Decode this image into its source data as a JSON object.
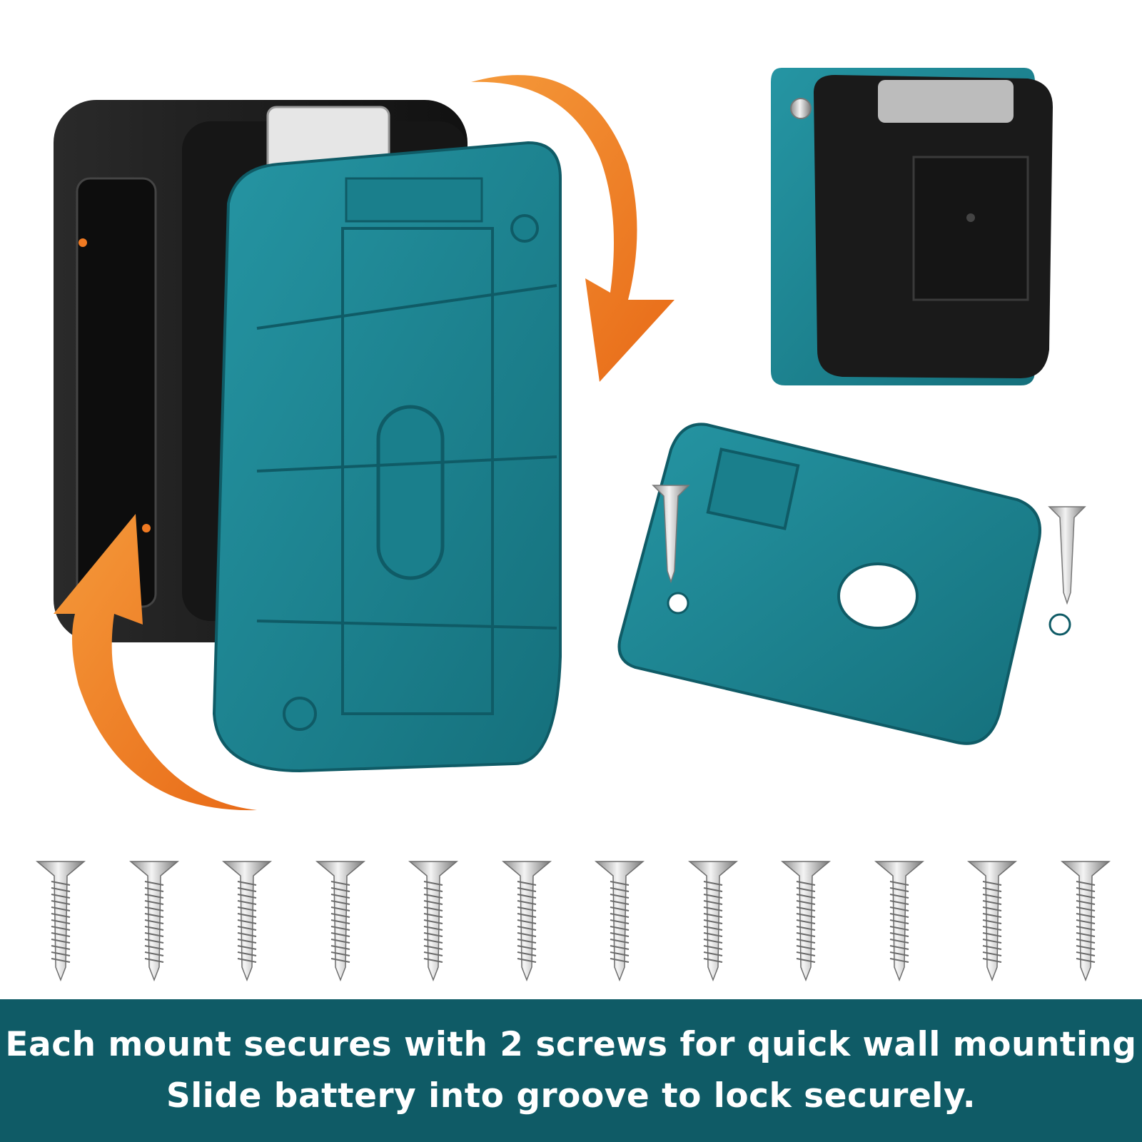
{
  "colors": {
    "banner_bg": "#0f5b66",
    "mount_teal": "#1f8a98",
    "mount_teal_dark": "#17707d",
    "arrow_orange": "#f07a22",
    "battery_black": "#1c1c1c",
    "text": "#ffffff"
  },
  "icons": {
    "arrow_top": "curved-arrow-down-icon",
    "arrow_bottom": "curved-arrow-up-icon",
    "screw": "screw-icon"
  },
  "screws": {
    "loose_count": 12
  },
  "caption": {
    "line1": "Each mount secures with 2 screws for quick wall mounting",
    "line2": "Slide battery into groove to lock securely."
  }
}
